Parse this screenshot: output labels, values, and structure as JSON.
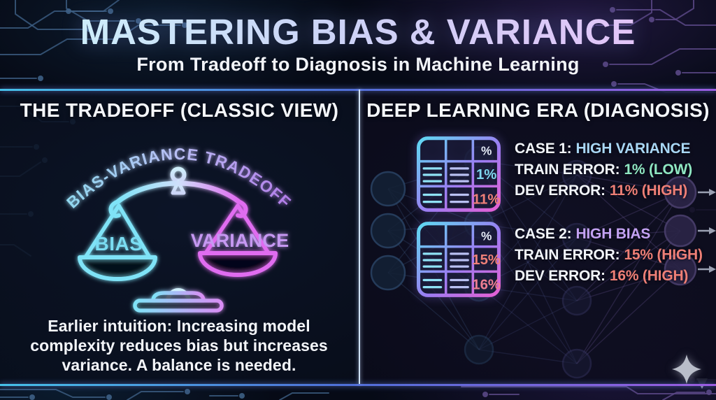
{
  "header": {
    "title": "MASTERING BIAS & VARIANCE",
    "subtitle": "From Tradeoff to Diagnosis in Machine Learning"
  },
  "left_panel": {
    "heading": "THE TRADEOFF (CLASSIC VIEW)",
    "arc_label": "BIAS-VARIANCE TRADEOFF",
    "left_pan_label": "BIAS",
    "right_pan_label": "VARIANCE",
    "caption_lines": [
      "Earlier intuition: Increasing model",
      "complexity reduces bias but increases",
      "variance. A balance is needed."
    ]
  },
  "right_panel": {
    "heading": "DEEP LEARNING ERA (DIAGNOSIS)",
    "cases": [
      {
        "title_label": "CASE 1:",
        "title_value": "HIGH VARIANCE",
        "train_label": "TRAIN ERROR:",
        "train_value": "1% (LOW)",
        "dev_label": "DEV ERROR:",
        "dev_value": "11% (HIGH)",
        "table": {
          "header_cell": "%",
          "train_cell": "1%",
          "dev_cell": "11%"
        }
      },
      {
        "title_label": "CASE 2:",
        "title_value": "HIGH BIAS",
        "train_label": "TRAIN ERROR:",
        "train_value": "15% (HIGH)",
        "dev_label": "DEV ERROR:",
        "dev_value": "16% (HIGH)",
        "table": {
          "header_cell": "%",
          "train_cell": "15%",
          "dev_cell": "16%"
        }
      }
    ]
  },
  "icons": {
    "sparkle": "four-point-star",
    "table_icons": "spreadsheet-grid",
    "scale": "balance-scale"
  },
  "colors": {
    "bg": "#060a16",
    "title_start": "#cdeffb",
    "title_mid": "#ccd2f6",
    "title_end": "#e4c4f8",
    "subtitle": "#f2f4f8",
    "divider_cyan": "#46c0e8",
    "divider_blue": "#4f6fd8",
    "divider_purple": "#9a5ce0",
    "v_divider": "#cfe2f5",
    "neon_cyan": "#7fe3f7",
    "neon_magenta": "#e06cf0",
    "bias": "#7adcf2",
    "variance": "#c698f2",
    "case1_accent": "#a9d7f5",
    "case2_accent": "#c3a2f2",
    "low_green": "#8fe7c2",
    "high_red": "#ee7f76",
    "pct_white": "#e4e9f4",
    "pct_cyan": "#7fd7ef",
    "pct_red": "#ef8078",
    "pct_pink": "#ee7e92",
    "circuit_blue": "#3d5f85",
    "circuit_purple": "#5a4886",
    "sparkle": "#b9bdc9"
  }
}
